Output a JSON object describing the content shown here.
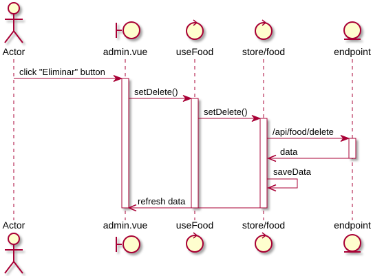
{
  "colors": {
    "line": "#A80036",
    "fill": "#FEFECE",
    "text": "#000000",
    "background": "#FFFFFF"
  },
  "participants": [
    {
      "id": "actor",
      "name": "Actor",
      "kind": "actor-icon"
    },
    {
      "id": "admin",
      "name": "admin.vue",
      "kind": "boundary-icon"
    },
    {
      "id": "usefood",
      "name": "useFood",
      "kind": "control-icon"
    },
    {
      "id": "store",
      "name": "store/food",
      "kind": "control-icon"
    },
    {
      "id": "endpoint",
      "name": "endpoint",
      "kind": "entity-icon"
    }
  ],
  "messages": [
    {
      "from": "actor",
      "to": "admin",
      "text": "click \"Eliminar\" button"
    },
    {
      "from": "admin",
      "to": "usefood",
      "text": "setDelete()"
    },
    {
      "from": "usefood",
      "to": "store",
      "text": "setDelete()"
    },
    {
      "from": "store",
      "to": "endpoint",
      "text": "/api/food/delete"
    },
    {
      "from": "endpoint",
      "to": "store",
      "text": "data"
    },
    {
      "from": "store",
      "to": "store",
      "text": "saveData"
    },
    {
      "from": "store",
      "to": "admin",
      "text": "refresh data"
    }
  ]
}
